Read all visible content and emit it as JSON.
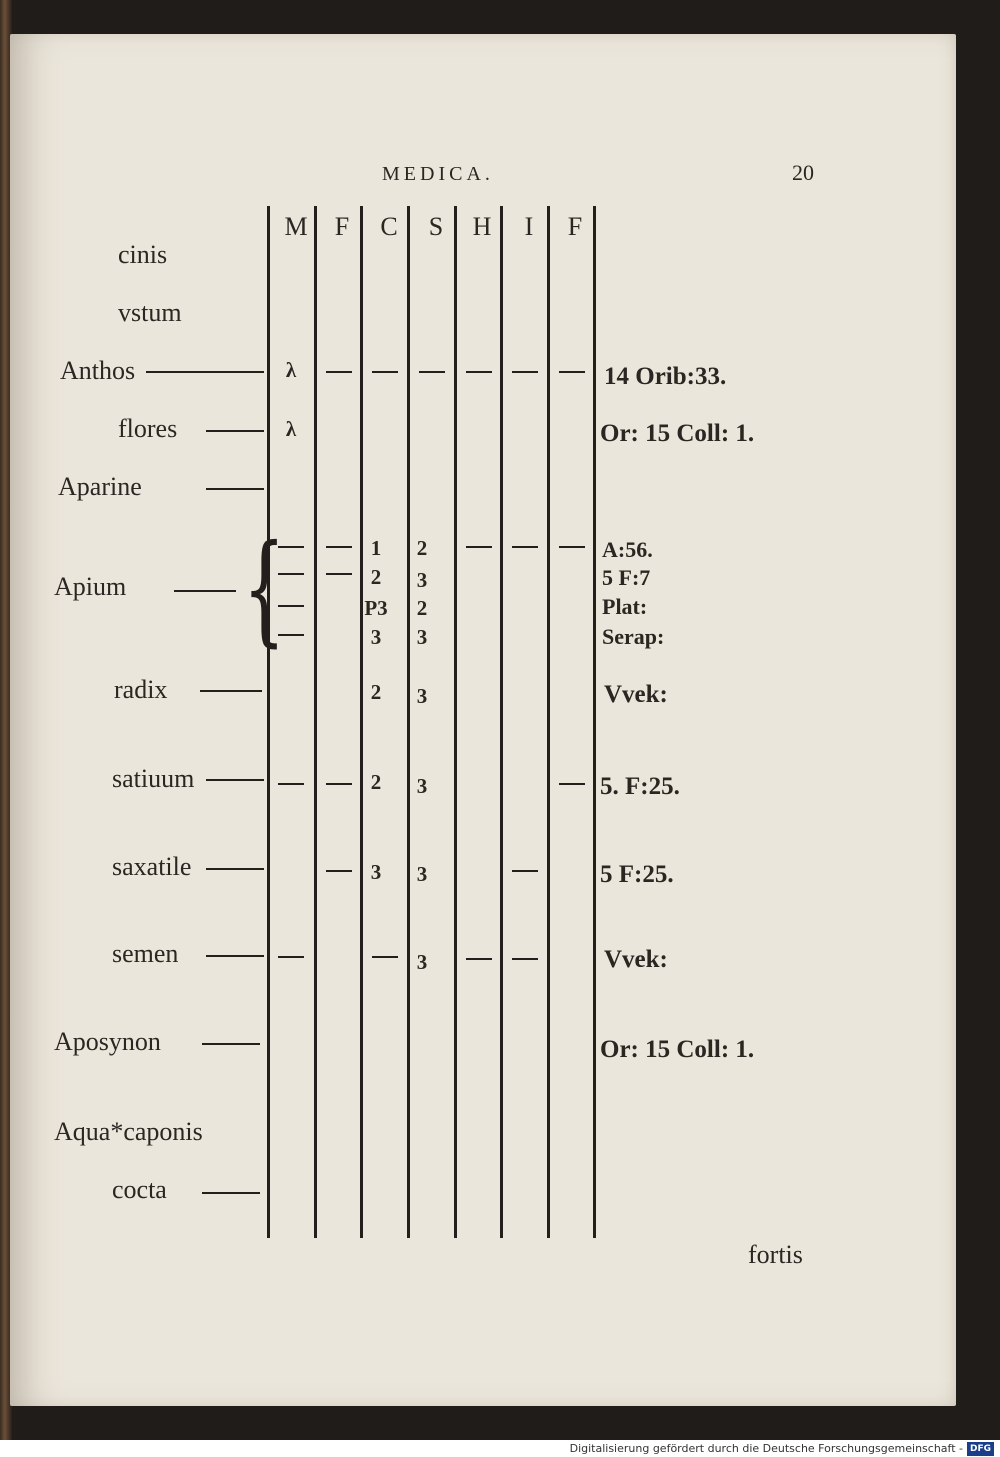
{
  "header": {
    "title": "MEDICA.",
    "page_number": "20"
  },
  "columns": [
    "M",
    "F",
    "C",
    "S",
    "H",
    "I",
    "F"
  ],
  "labels": {
    "cinis": "cinis",
    "vstum": "vstum",
    "anthos": "Anthos",
    "flores": "flores",
    "aparine": "Aparine",
    "apium": "Apium",
    "radix": "radix",
    "satiuum": "satiuum",
    "saxatile": "saxatile",
    "semen": "semen",
    "aposynon": "Aposynon",
    "aqua": "Aqua*caponis",
    "cocta": "cocta"
  },
  "cells": {
    "anthos_m": "λ",
    "flores_m": "λ",
    "apium1_c": "1",
    "apium1_s": "2",
    "apium2_c": "2",
    "apium2_s": "3",
    "apium3_c": "P3",
    "apium3_s": "2",
    "apium4_c": "3",
    "apium4_s": "3",
    "radix_c": "2",
    "radix_s": "3",
    "satiuum_c": "2",
    "satiuum_s": "3",
    "saxatile_c": "3",
    "saxatile_s": "3",
    "semen_s": "3"
  },
  "references": {
    "anthos": "14 Orib:33.",
    "flores": "Or: 15 Coll: 1.",
    "apium1": "A:56.",
    "apium2": "5 F:7",
    "apium3": "Plat:",
    "apium4": "Serap:",
    "radix": "Vvek:",
    "satiuum": "5. F:25.",
    "saxatile": "5 F:25.",
    "semen": "Vvek:",
    "aposynon": "Or: 15 Coll: 1."
  },
  "catchword": "fortis",
  "footer": {
    "logo": "DFG",
    "text": "Digitalisierung gefördert durch die Deutsche Forschungsgemeinschaft -"
  }
}
